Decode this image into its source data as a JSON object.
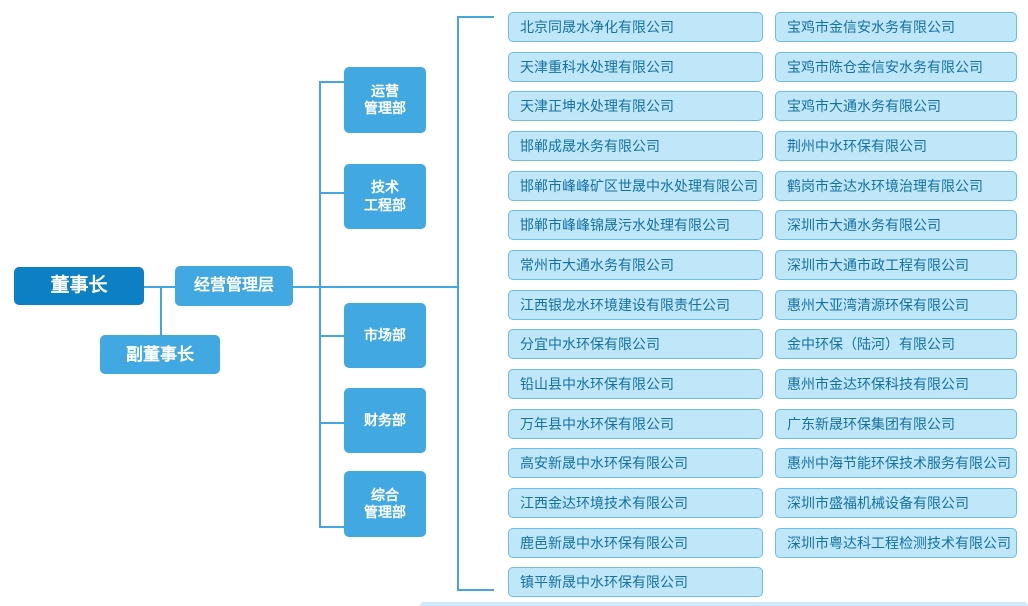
{
  "diagram": {
    "chairman": {
      "label": "董事长"
    },
    "vice_chairman": {
      "label": "副董事长"
    },
    "management": {
      "label": "经营管理层"
    },
    "departments": [
      {
        "label": "运营\n管理部"
      },
      {
        "label": "技术\n工程部"
      },
      {
        "label": "市场部"
      },
      {
        "label": "财务部"
      },
      {
        "label": "综合\n管理部"
      }
    ],
    "subsidiaries_column_1": [
      "北京同晟水净化有限公司",
      "天津重科水处理有限公司",
      "天津正坤水处理有限公司",
      "邯郸成晟水务有限公司",
      "邯郸市峰峰矿区世晟中水处理有限公司",
      "邯郸市峰峰锦晟污水处理有限公司",
      "常州市大通水务有限公司",
      "江西银龙水环境建设有限责任公司",
      "分宜中水环保有限公司",
      "铅山县中水环保有限公司",
      "万年县中水环保有限公司",
      "高安新晟中水环保有限公司",
      "江西金达环境技术有限公司",
      "鹿邑新晟中水环保有限公司",
      "镇平新晟中水环保有限公司"
    ],
    "subsidiaries_column_2": [
      "宝鸡市金信安水务有限公司",
      "宝鸡市陈仓金信安水务有限公司",
      "宝鸡市大通水务有限公司",
      "荆州中水环保有限公司",
      "鹤岗市金达水环境治理有限公司",
      "深圳市大通水务有限公司",
      "深圳市大通市政工程有限公司",
      "惠州大亚湾清源环保有限公司",
      "金中环保（陆河）有限公司",
      "惠州市金达环保科技有限公司",
      "广东新晟环保集团有限公司",
      "惠州中海节能环保技术服务有限公司",
      "深圳市盛福机械设备有限公司",
      "深圳市粤达科工程检测技术有限公司"
    ]
  },
  "colors": {
    "primary_dark": "#0d80c5",
    "primary": "#41a8e1",
    "box_fill": "#bfe6f9",
    "box_border": "#6dbde9",
    "box_text": "#1472a3",
    "line": "#45a5dd"
  },
  "layout_hints": {
    "column_1_rows": 15,
    "column_2_rows": 14
  }
}
